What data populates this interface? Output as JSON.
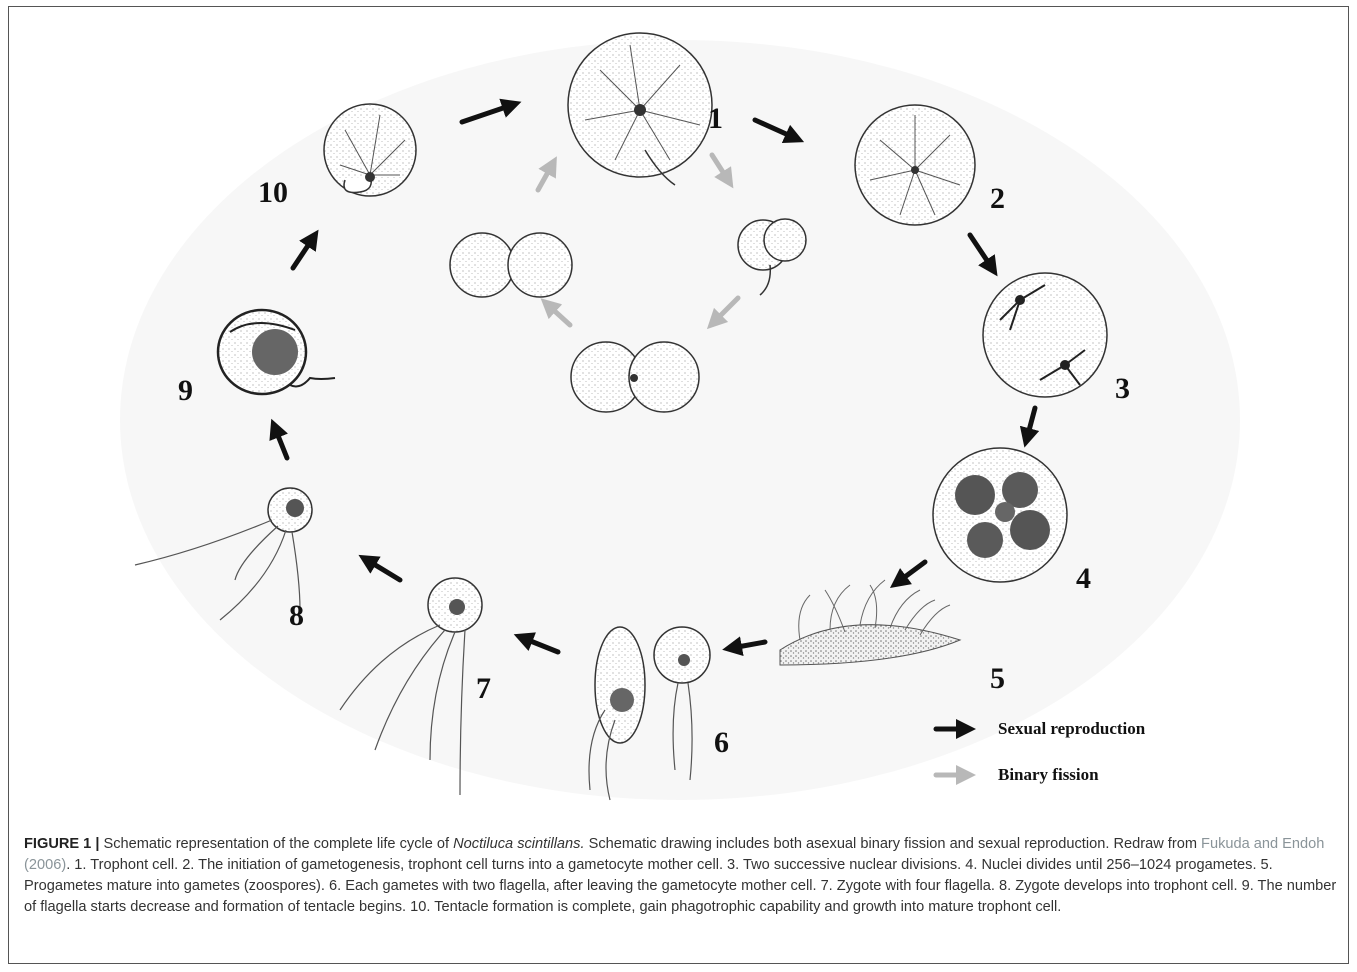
{
  "stages": [
    {
      "num": "1"
    },
    {
      "num": "2"
    },
    {
      "num": "3"
    },
    {
      "num": "4"
    },
    {
      "num": "5"
    },
    {
      "num": "6"
    },
    {
      "num": "7"
    },
    {
      "num": "8"
    },
    {
      "num": "9"
    },
    {
      "num": "10"
    }
  ],
  "legend": {
    "sexual": {
      "label": "Sexual reproduction",
      "color": "#111111"
    },
    "binary": {
      "label": "Binary fission",
      "color": "#b8b8b8"
    }
  },
  "caption": {
    "label": "FIGURE 1 |",
    "text1": " Schematic representation of the complete life cycle of ",
    "species": "Noctiluca scintillans.",
    "text2": " Schematic drawing includes both asexual binary fission and sexual reproduction. Redraw from ",
    "citation": "Fukuda and Endoh (2006)",
    "text3": ". 1. Trophont cell. 2. The initiation of gametogenesis, trophont cell turns into a gametocyte mother cell. 3. Two successive nuclear divisions. 4. Nuclei divides until 256–1024 progametes. 5. Progametes mature into gametes (zoospores). 6. Each gametes with two flagella, after leaving the gametocyte mother cell. 7. Zygote with four flagella. 8. Zygote develops into trophont cell. 9. The number of flagella starts decrease and formation of tentacle begins. 10. Tentacle formation is complete, gain phagotrophic capability and growth into mature trophont cell."
  }
}
